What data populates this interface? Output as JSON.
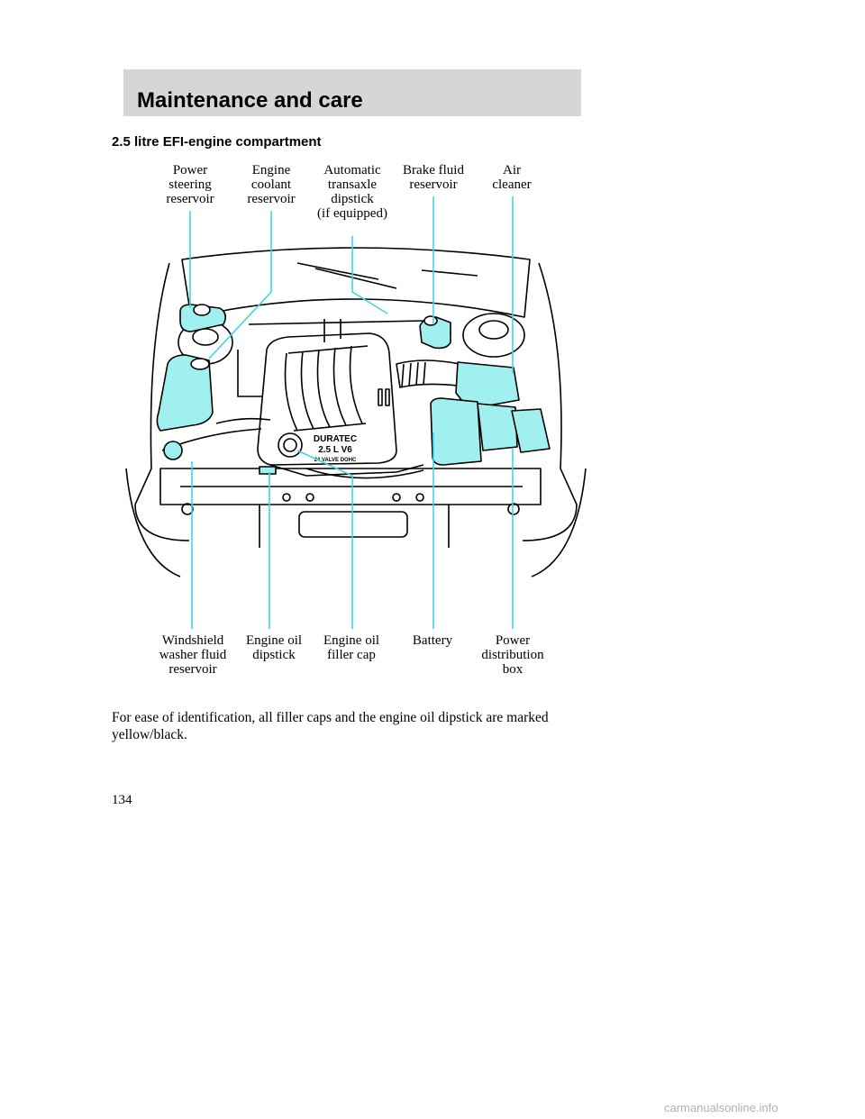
{
  "header": {
    "title": "Maintenance and care"
  },
  "section": {
    "title": "2.5 litre EFI-engine compartment"
  },
  "labels_top": [
    {
      "id": "power-steering",
      "text": "Power\nsteering\nreservoir"
    },
    {
      "id": "engine-coolant",
      "text": "Engine\ncoolant\nreservoir"
    },
    {
      "id": "transaxle-dipstick",
      "text": "Automatic\ntransaxle\ndipstick\n(if equipped)"
    },
    {
      "id": "brake-fluid",
      "text": "Brake fluid\nreservoir"
    },
    {
      "id": "air-cleaner",
      "text": "Air\ncleaner"
    }
  ],
  "labels_bottom": [
    {
      "id": "washer-fluid",
      "text": "Windshield\nwasher fluid\nreservoir"
    },
    {
      "id": "oil-dipstick",
      "text": "Engine oil\ndipstick"
    },
    {
      "id": "oil-filler",
      "text": "Engine oil\nfiller cap"
    },
    {
      "id": "battery",
      "text": "Battery"
    },
    {
      "id": "power-distribution",
      "text": "Power\ndistribution\nbox"
    }
  ],
  "engine_badge": {
    "line1": "DURATEC",
    "line2": "2.5 L  V6",
    "line3": "24 VALVE DOHC"
  },
  "body": {
    "text": "For ease of identification, all filler caps and the engine oil dipstick are marked yellow/black."
  },
  "page": {
    "number": "134"
  },
  "footer": {
    "watermark": "carmanualsonline.info"
  },
  "colors": {
    "highlight": "#9ff0ee",
    "leader": "#3fd6e6",
    "header_band": "#d6d6d6"
  }
}
